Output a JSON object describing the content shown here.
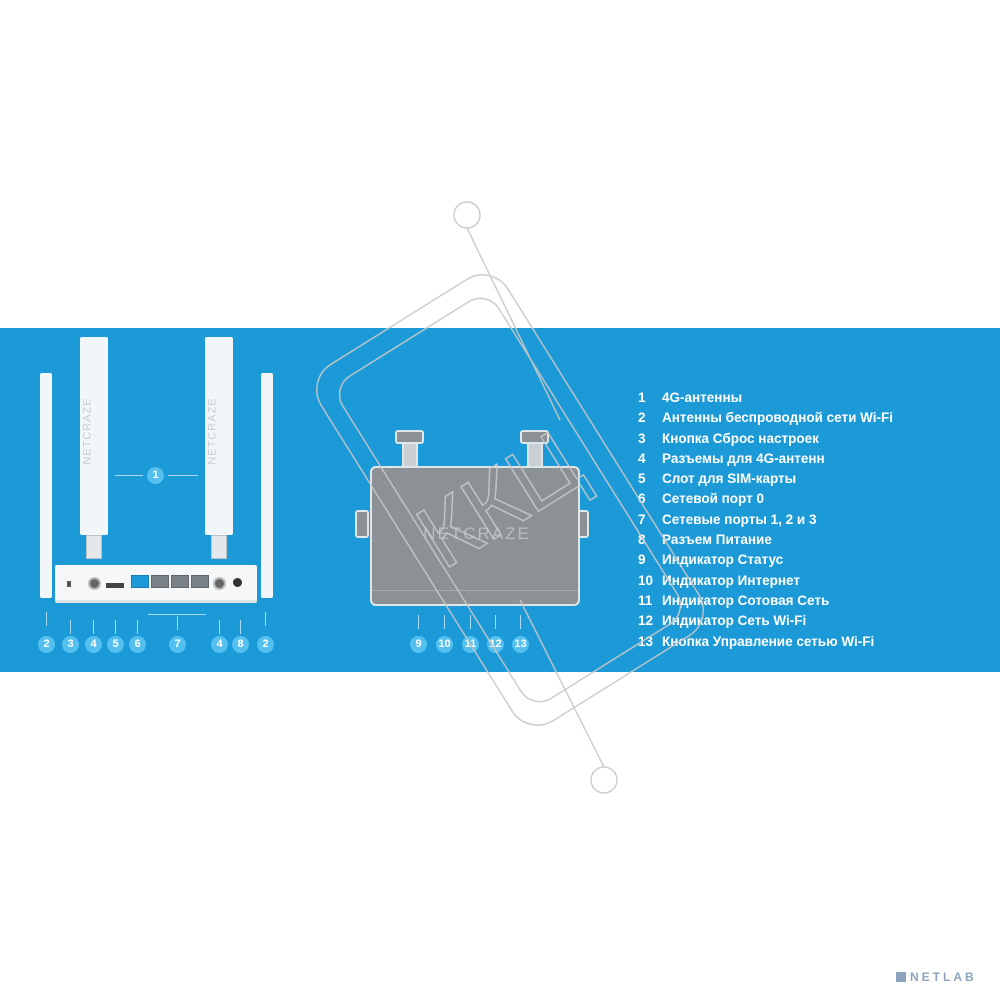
{
  "brand": "NETCRAZE",
  "colors": {
    "band": "#1b9ad7",
    "badge": "#53c0ef",
    "router_body": "#8c9195"
  },
  "left_router_labels": [
    "2",
    "3",
    "4",
    "5",
    "6",
    "7",
    "4",
    "8",
    "2"
  ],
  "left_router_top_label": "1",
  "front_router_labels": [
    "9",
    "10",
    "11",
    "12",
    "13"
  ],
  "legend": [
    {
      "n": "1",
      "text": "4G-антенны"
    },
    {
      "n": "2",
      "text": "Антенны беспроводной сети Wi-Fi"
    },
    {
      "n": "3",
      "text": "Кнопка Сброс настроек"
    },
    {
      "n": "4",
      "text": "Разъемы для 4G-антенн"
    },
    {
      "n": "5",
      "text": "Слот для SIM-карты"
    },
    {
      "n": "6",
      "text": "Сетевой порт 0"
    },
    {
      "n": "7",
      "text": "Сетевые порты 1, 2 и 3"
    },
    {
      "n": "8",
      "text": "Разъем Питание"
    },
    {
      "n": "9",
      "text": "Индикатор Статус"
    },
    {
      "n": "10",
      "text": "Индикатор Интернет"
    },
    {
      "n": "11",
      "text": "Индикатор Сотовая Сеть"
    },
    {
      "n": "12",
      "text": "Индикатор Сеть Wi-Fi"
    },
    {
      "n": "13",
      "text": "Кнопка Управление сетью Wi-Fi"
    }
  ],
  "watermark": "ККЦ",
  "footer_logo": "NETLAB"
}
